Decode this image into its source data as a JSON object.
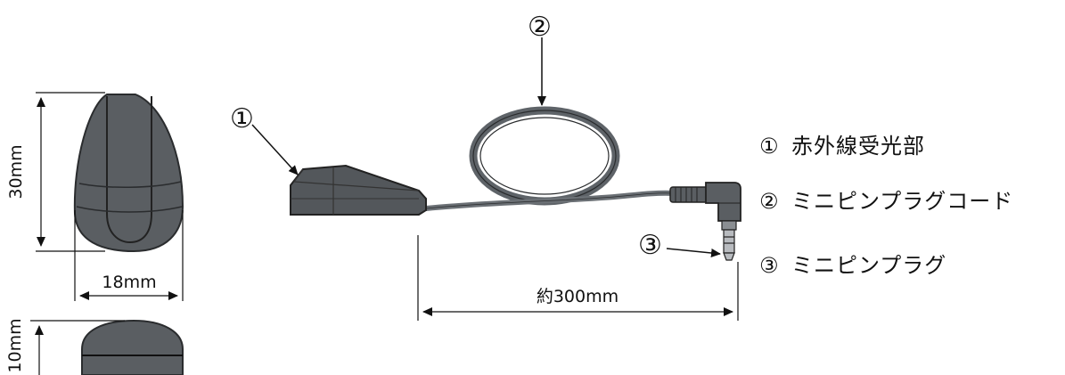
{
  "dimensions": {
    "height": "30mm",
    "width": "18mm",
    "thickness": "10mm",
    "cable_length": "約300mm"
  },
  "callouts": [
    "①",
    "②",
    "③"
  ],
  "legend": [
    {
      "num": "①",
      "label": "赤外線受光部"
    },
    {
      "num": "②",
      "label": "ミニピンプラグコード"
    },
    {
      "num": "③",
      "label": "ミニピンプラグ"
    }
  ],
  "colors": {
    "body": "#5a5e62",
    "body_dark": "#3a3d40",
    "line": "#111111",
    "cable": "#6b7075"
  }
}
